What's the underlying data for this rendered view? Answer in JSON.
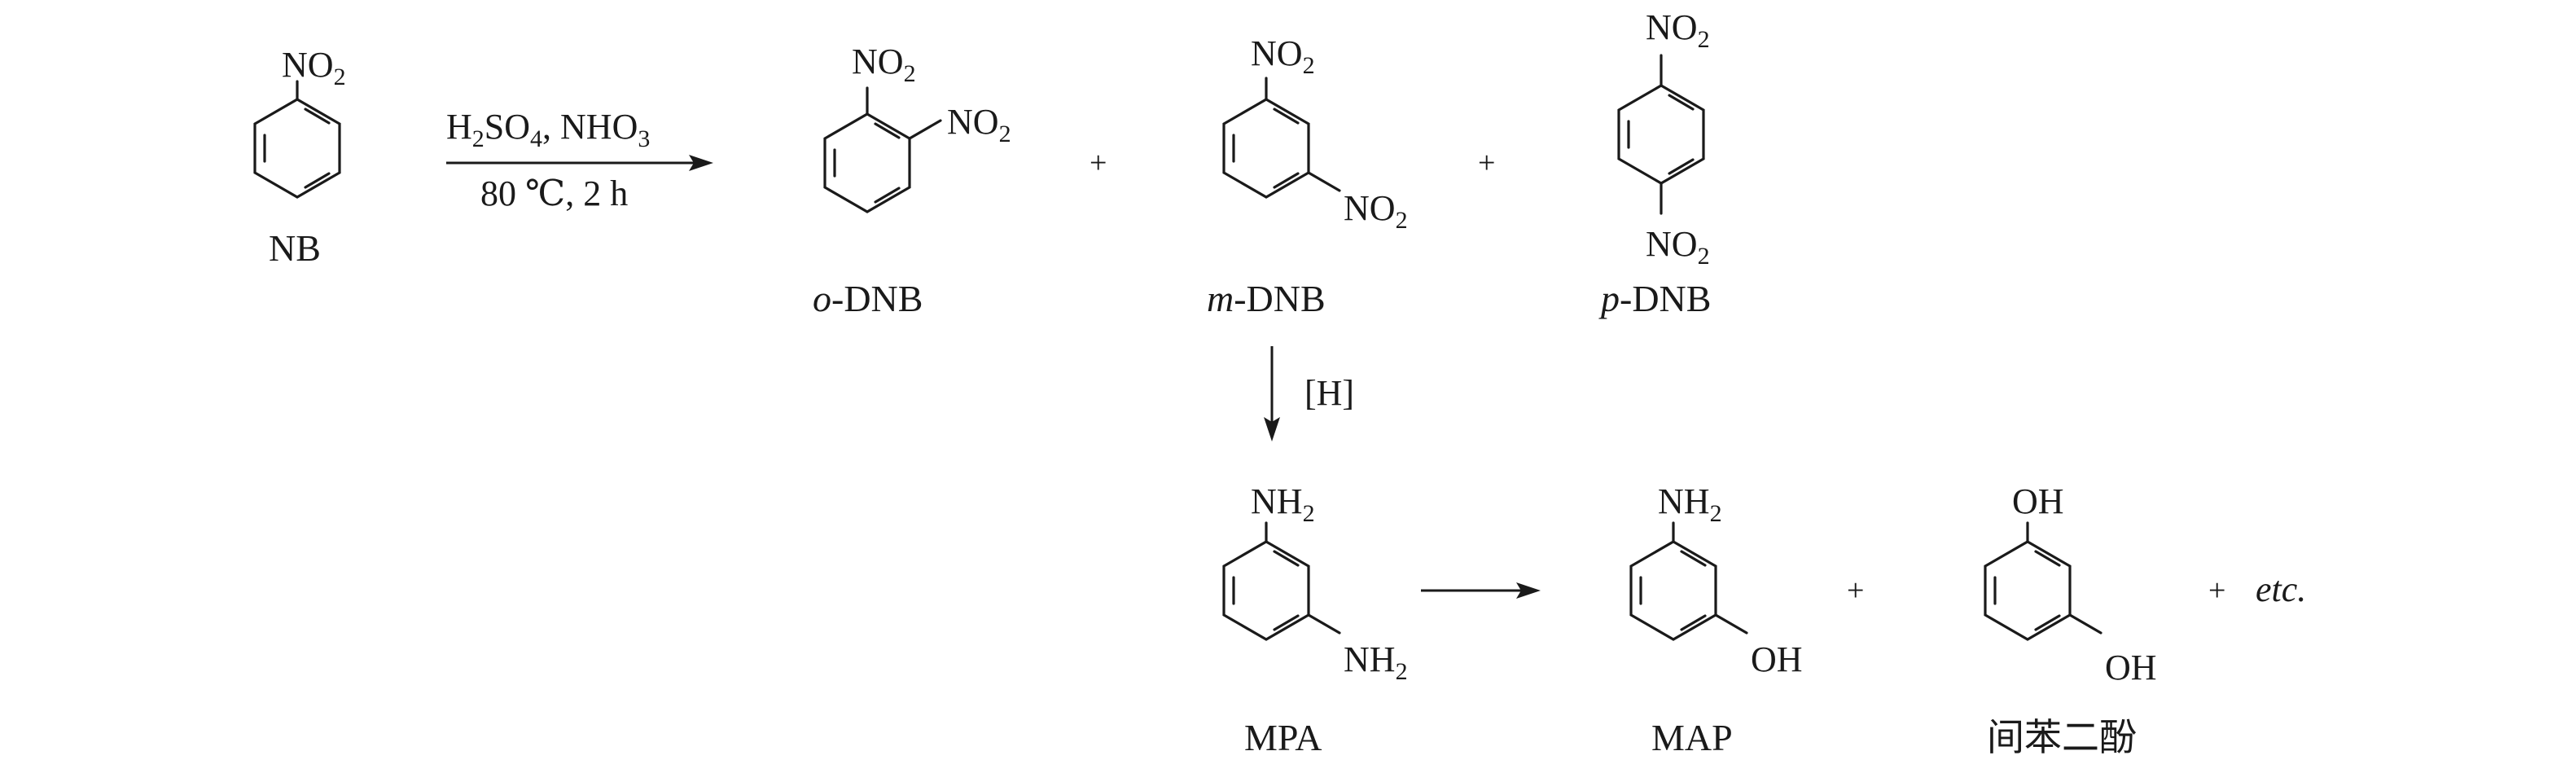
{
  "reactants": {
    "nb": {
      "top": [
        "NO",
        "2"
      ],
      "name": "NB"
    }
  },
  "step1": {
    "reagent_line": [
      "H",
      "2",
      "SO",
      "4",
      ", NHO",
      "3"
    ],
    "condition_line": "80 ℃, 2 h"
  },
  "products1": {
    "odnb": {
      "subst1": [
        "NO",
        "2"
      ],
      "subst2": [
        "NO",
        "2"
      ],
      "prefix": "o",
      "name": "-DNB"
    },
    "plus1": "+",
    "mdnb": {
      "subst1": [
        "NO",
        "2"
      ],
      "subst2": [
        "NO",
        "2"
      ],
      "prefix": "m",
      "name": "-DNB"
    },
    "plus2": "+",
    "pdnb": {
      "subst1": [
        "NO",
        "2"
      ],
      "subst2": [
        "NO",
        "2"
      ],
      "prefix": "p",
      "name": "-DNB"
    }
  },
  "step2": {
    "reagent": "[H]"
  },
  "products2": {
    "mpa": {
      "subst1": [
        "NH",
        "2"
      ],
      "subst2": [
        "NH",
        "2"
      ],
      "name": "MPA"
    },
    "map": {
      "subst1": [
        "NH",
        "2"
      ],
      "subst2": "OH",
      "name": "MAP"
    },
    "plus3": "+",
    "resorcinol": {
      "subst1": "OH",
      "subst2": "OH",
      "name": "间苯二酚"
    },
    "plus4": "+",
    "etc": "etc."
  },
  "colors": {
    "ink": "#1a1a1a",
    "background": "#ffffff"
  }
}
